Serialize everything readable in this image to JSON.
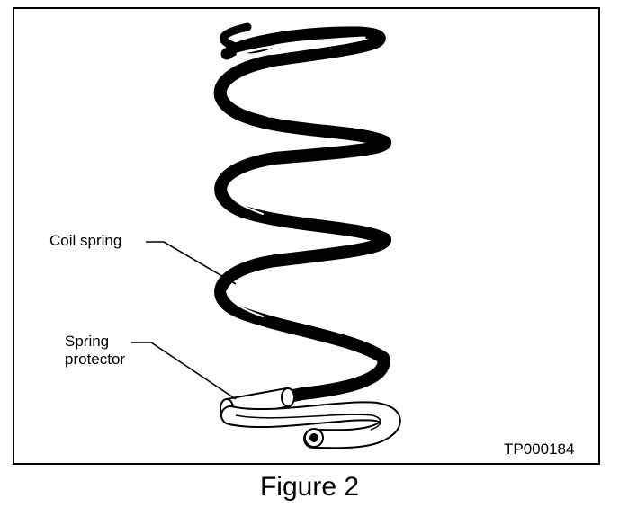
{
  "figure": {
    "caption": "Figure 2",
    "code": "TP000184"
  },
  "callouts": {
    "coil_spring": "Coil spring",
    "spring_protector_line1": "Spring",
    "spring_protector_line2": "protector"
  }
}
